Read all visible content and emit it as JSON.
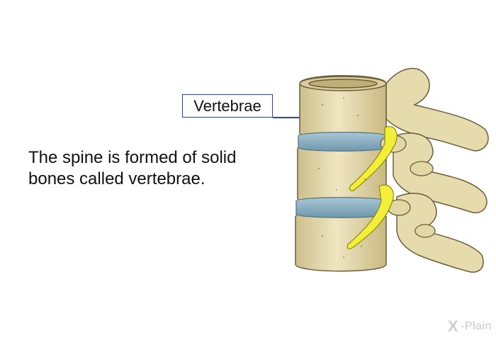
{
  "label": {
    "vertebrae": "Vertebrae"
  },
  "description": {
    "line1": "The spine is formed of solid",
    "line2": "bones called vertebrae."
  },
  "watermark": {
    "glyph": "X",
    "text": "-Plain"
  },
  "colors": {
    "bone": "#e9dfb4",
    "bone_shadow": "#b9a874",
    "disc": "#8fb4c8",
    "nerve": "#f2ee3a",
    "callout": "#2a3fc8"
  }
}
